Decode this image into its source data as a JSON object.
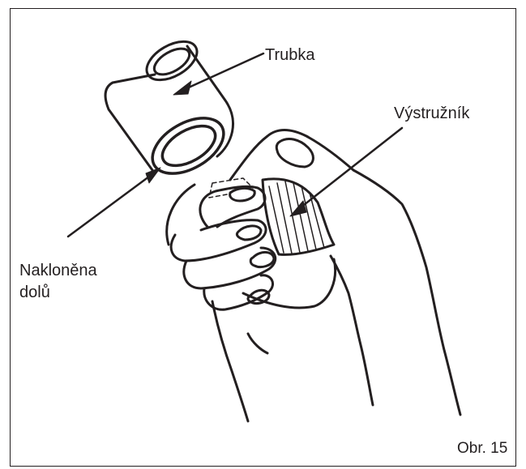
{
  "labels": {
    "tube": "Trubka",
    "reamer": "Výstružník",
    "tilted_line1": "Nakloněna",
    "tilted_line2": "dolů",
    "figure_number": "Obr. 15"
  },
  "colors": {
    "ink": "#231f20",
    "paper": "#ffffff"
  }
}
